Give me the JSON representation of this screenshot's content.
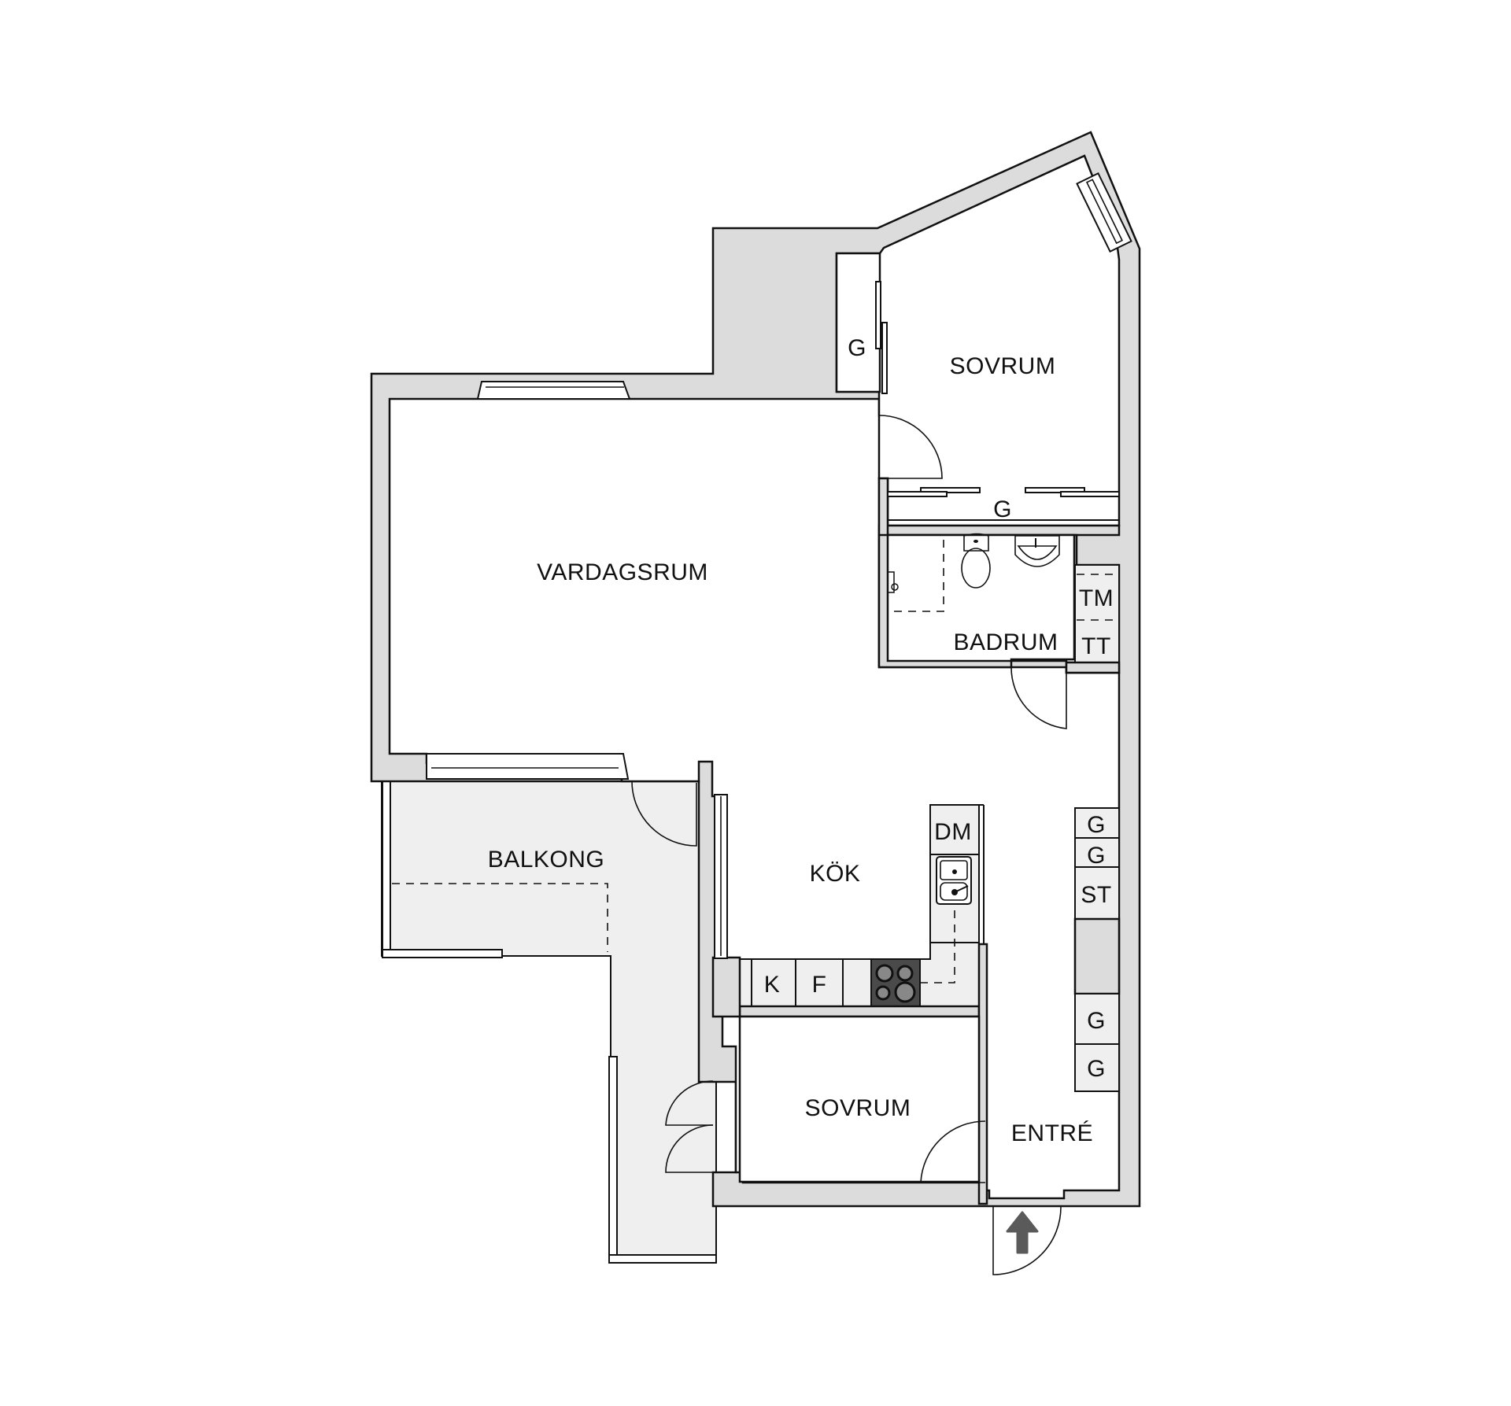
{
  "plan": {
    "type": "apartment-floor-plan",
    "rooms": {
      "living": "VARDAGSRUM",
      "bedroom_top": "SOVRUM",
      "bedroom_bottom": "SOVRUM",
      "bathroom": "BADRUM",
      "kitchen": "KÖK",
      "balcony": "BALKONG",
      "entrance": "ENTRÉ"
    },
    "fixtures": {
      "closet_top_left": "G",
      "closet_top_bottom": "G",
      "washer": "TM",
      "dryer": "TT",
      "dishwasher": "DM",
      "fridge_k": "K",
      "freezer_f": "F",
      "hall_closet_1": "G",
      "hall_closet_2": "G",
      "cleaning_closet": "ST",
      "hall_closet_3": "G",
      "hall_closet_4": "G"
    },
    "entry_arrow": "arrow-up-icon",
    "colors": {
      "wall": "#dcdcdc",
      "balcony": "#efefef",
      "stroke": "#111111",
      "stove": "#4a4a4a",
      "arrow": "#5a5a5a"
    }
  }
}
